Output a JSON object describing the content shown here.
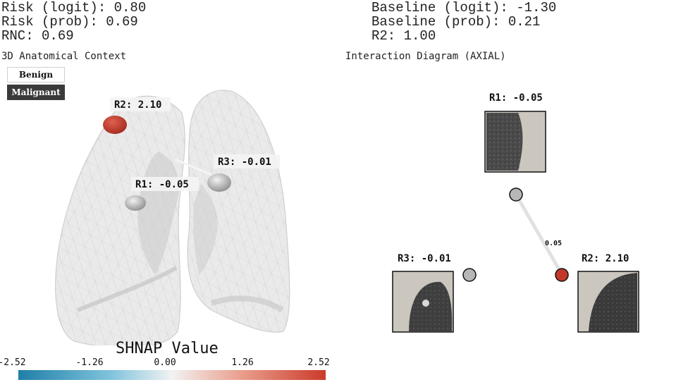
{
  "stats_left": {
    "risk_logit": "Risk (logit): 0.80",
    "risk_prob": "Risk (prob): 0.69",
    "rnc": "RNC: 0.69"
  },
  "stats_right": {
    "baseline_logit": "Baseline (logit): -1.30",
    "baseline_prob": "Baseline (prob): 0.21",
    "r2": "R2: 1.00"
  },
  "panel_3d": {
    "title": "3D Anatomical Context",
    "legend": {
      "benign": "Benign",
      "malignant": "Malignant"
    },
    "labels": {
      "r2": "R2: 2.10",
      "r3": "R3: -0.01",
      "r1": "R1: -0.05"
    }
  },
  "panel_interaction": {
    "title": "Interaction Diagram (AXIAL)",
    "labels": {
      "r1": "R1: -0.05",
      "r3": "R3: -0.01",
      "r2": "R2: 2.10"
    },
    "edge_label": "0.05"
  },
  "colorbar": {
    "title": "SHNAP Value",
    "ticks": [
      "-2.52",
      "-1.26",
      "0.00",
      "1.26",
      "2.52"
    ],
    "colors": {
      "low": "#1f7fa8",
      "mid": "#f2f2f2",
      "high": "#cc3a2a"
    }
  },
  "colors": {
    "malignant_node": "#c0392b",
    "neutral_node": "#b3b3b3",
    "lung_fill": "#e8e8e8"
  }
}
